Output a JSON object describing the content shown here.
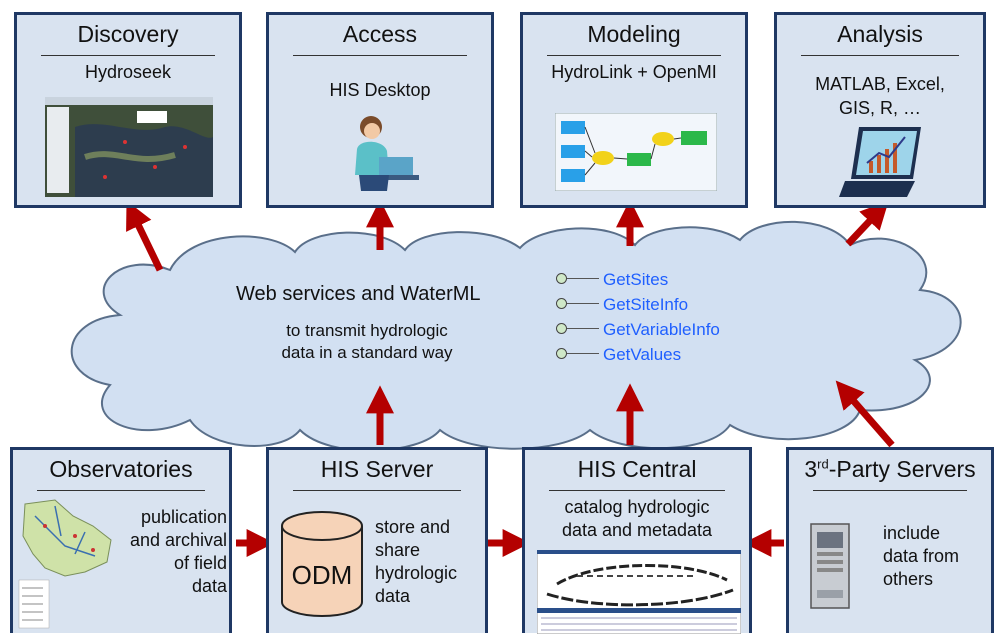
{
  "colors": {
    "box_fill": "#d9e3f0",
    "box_border": "#1f3864",
    "arrow": "#b40000",
    "cloud_fill": "#d2e0f2",
    "cloud_stroke": "#5a6f8a",
    "service_text": "#1f5fff"
  },
  "top_boxes": [
    {
      "title": "Discovery",
      "subtitle": "Hydroseek"
    },
    {
      "title": "Access",
      "subtitle": "HIS Desktop"
    },
    {
      "title": "Modeling",
      "subtitle": "HydroLink + OpenMI"
    },
    {
      "title": "Analysis",
      "subtitle_lines": [
        "MATLAB, Excel,",
        "GIS, R, …"
      ]
    }
  ],
  "cloud": {
    "title": "Web services and WaterML",
    "subtitle_lines": [
      "to transmit hydrologic",
      "data in a standard way"
    ],
    "services": [
      "GetSites",
      "GetSiteInfo",
      "GetVariableInfo",
      "GetValues"
    ]
  },
  "bottom_boxes": [
    {
      "title": "Observatories",
      "text_lines": [
        "publication",
        "and archival",
        "of field",
        "data"
      ]
    },
    {
      "title": "HIS Server",
      "cylinder_label": "ODM",
      "text_lines": [
        "store and",
        "share",
        "hydrologic",
        "data"
      ]
    },
    {
      "title": "HIS Central",
      "subtitle_lines": [
        "catalog hydrologic",
        "data and metadata"
      ]
    },
    {
      "title_base": "3",
      "title_sup": "rd",
      "title_rest": "-Party Servers",
      "text_lines": [
        "include",
        "data from",
        "others"
      ]
    }
  ]
}
